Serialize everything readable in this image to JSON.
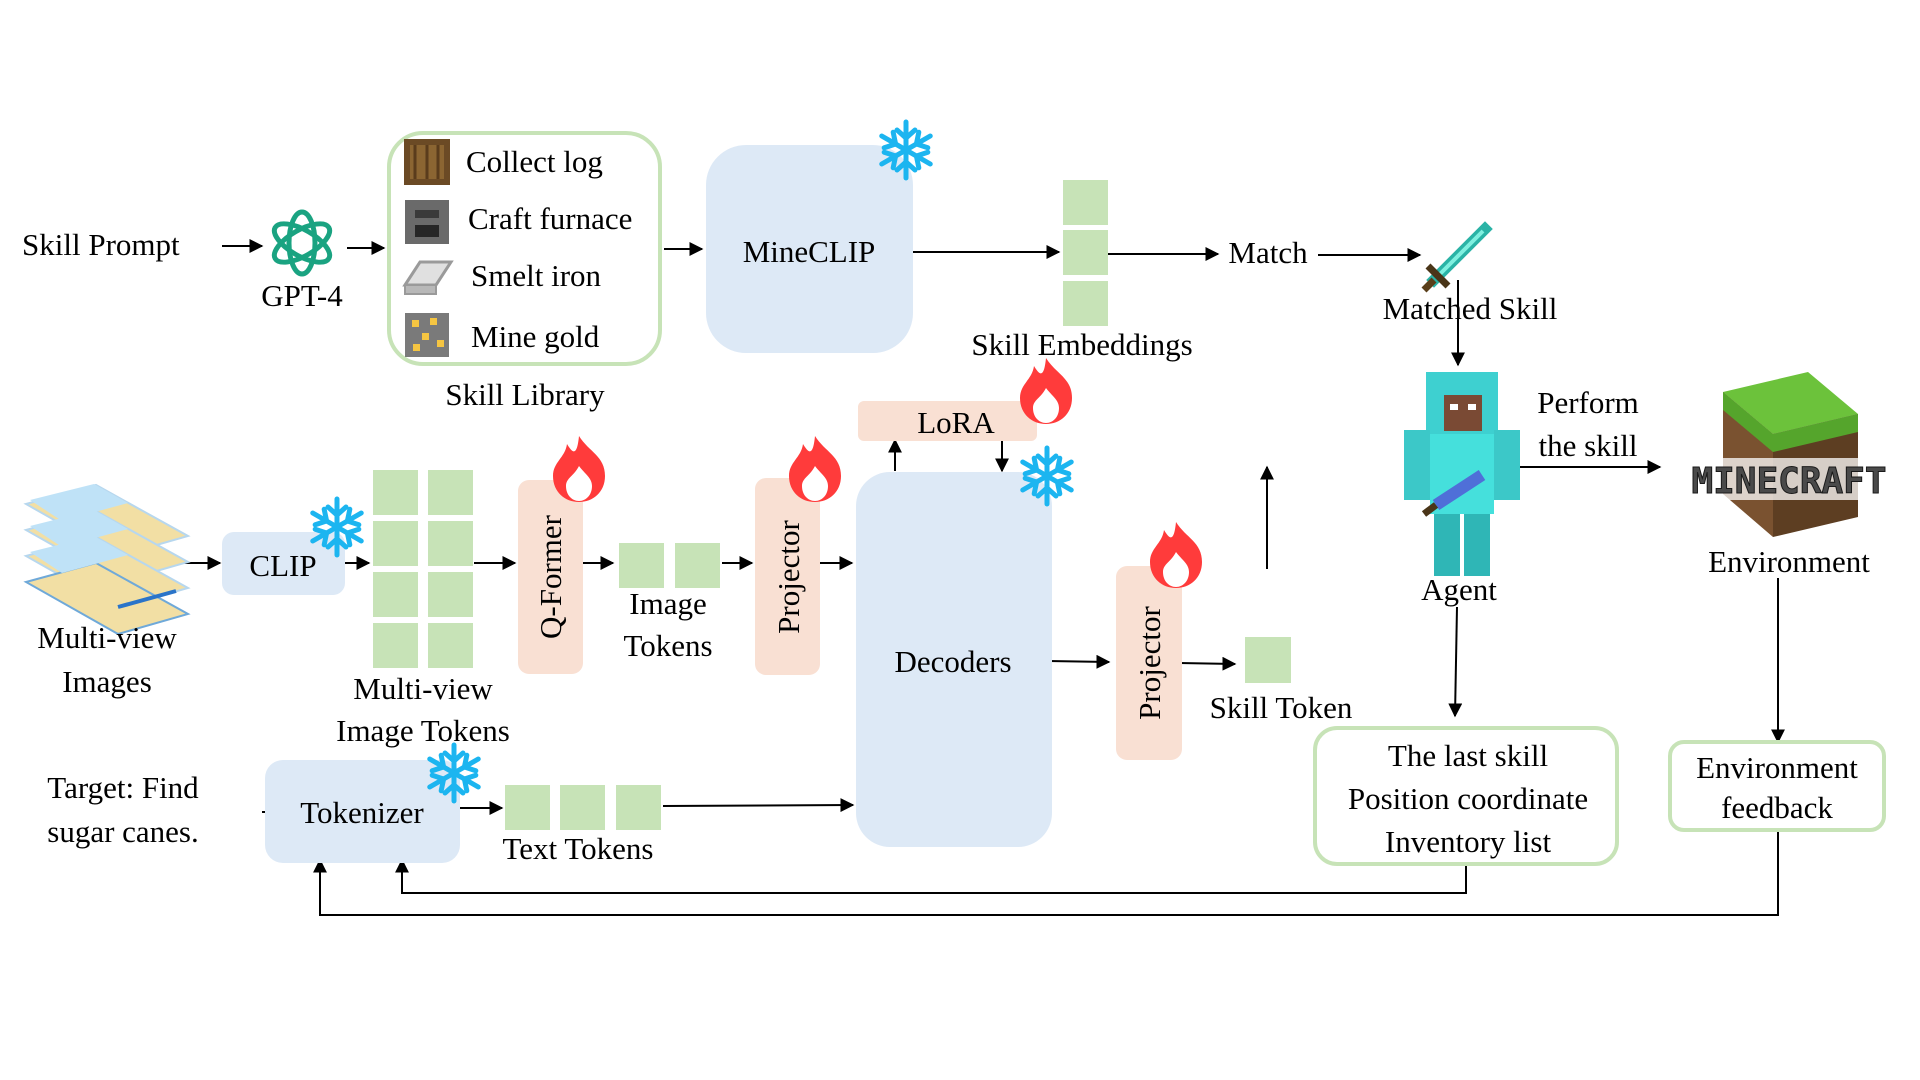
{
  "inputs": {
    "skill_prompt": "Skill Prompt",
    "gpt4": "GPT-4",
    "multi_view_1": "Multi-view",
    "multi_view_2": "Images",
    "target_1": "Target: Find",
    "target_2": "sugar canes."
  },
  "skill_library": {
    "title": "Skill Library",
    "items": [
      "Collect log",
      "Craft furnace",
      "Smelt iron",
      "Mine gold"
    ]
  },
  "modules": {
    "mineclip": "MineCLIP",
    "clip": "CLIP",
    "qformer": "Q-Former",
    "projector": "Projector",
    "lora": "LoRA",
    "decoders": "Decoders",
    "tokenizer": "Tokenizer"
  },
  "tokens": {
    "skill_embeddings": "Skill Embeddings",
    "multi_view_image_tokens_1": "Multi-view",
    "multi_view_image_tokens_2": "Image Tokens",
    "image_tokens_1": "Image",
    "image_tokens_2": "Tokens",
    "skill_token": "Skill Token",
    "text_tokens": "Text Tokens"
  },
  "match": {
    "label": "Match",
    "matched_skill": "Matched Skill"
  },
  "agent": {
    "label": "Agent",
    "perform_1": "Perform",
    "perform_2": "the skill"
  },
  "environment": {
    "logo_text": "MINECRAFT",
    "label": "Environment",
    "feedback_1": "Environment",
    "feedback_2": "feedback"
  },
  "state_box": {
    "line_1": "The last skill",
    "line_2": "Position coordinate",
    "line_3": "Inventory list"
  },
  "icons": {
    "frozen": "snowflake-icon",
    "trainable": "flame-icon",
    "gpt": "openai-logo-icon",
    "sword": "diamond-sword-icon"
  },
  "colors": {
    "frozen_module": "#dde9f6",
    "trainable_module": "#f9e0d3",
    "token": "#c7e3b7",
    "snowflake": "#1cb5f0",
    "flame": "#ff3b3b",
    "gpt": "#1aa381"
  }
}
